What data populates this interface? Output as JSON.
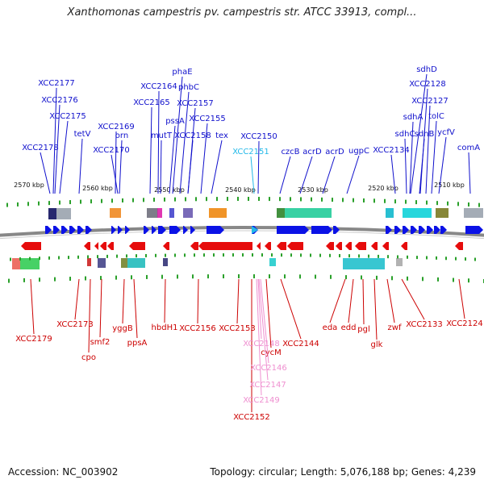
{
  "title": "Xanthomonas campestris pv. campestris str. ATCC 33913, compl...",
  "footer": {
    "accession": "Accession: NC_003902",
    "topology": "Topology: circular; Length: 5,076,188 bp; Genes: 4,239"
  },
  "colors": {
    "forward_label": "#1010cc",
    "forward_label_alt": "#22b8e8",
    "forward_arrow": "#0b12e6",
    "reverse_label": "#cc0000",
    "reverse_label_alt": "#ef8fd0",
    "reverse_arrow": "#e60c0c",
    "ruler_tick": "#2aa02a",
    "backbone": "#888888"
  },
  "ruler": [
    "2570 kbp",
    "2560 kbp",
    "2550 kbp",
    "2540 kbp",
    "2530 kbp",
    "2520 kbp",
    "2510 kbp"
  ],
  "forward_genes": [
    "XCC2177",
    "XCC2176",
    "XCC2175",
    "XCC2178",
    "tetV",
    "XCC2169",
    "orn",
    "XCC2170",
    "phaE",
    "XCC2164",
    "phbC",
    "XCC2165",
    "XCC2157",
    "pssA",
    "XCC2155",
    "mutT",
    "XCC2158",
    "tex",
    "XCC2150",
    "XCC2151",
    "czcB",
    "acrD",
    "acrD",
    "ugpC",
    "XCC2134",
    "sdhD",
    "XCC2128",
    "XCC2127",
    "sdhA",
    "tolC",
    "sdhC",
    "sdhB",
    "ycfV",
    "comA"
  ],
  "reverse_genes": [
    "XCC2179",
    "XCC2173",
    "cpo",
    "smf2",
    "yggB",
    "ppsA",
    "hbdH1",
    "XCC2156",
    "XCC2153",
    "XCC2152",
    "XCC2148",
    "cycM",
    "XCC2146",
    "XCC2147",
    "XCC2149",
    "XCC2144",
    "eda",
    "edd",
    "pgl",
    "glk",
    "zwf",
    "XCC2133",
    "XCC2124"
  ]
}
